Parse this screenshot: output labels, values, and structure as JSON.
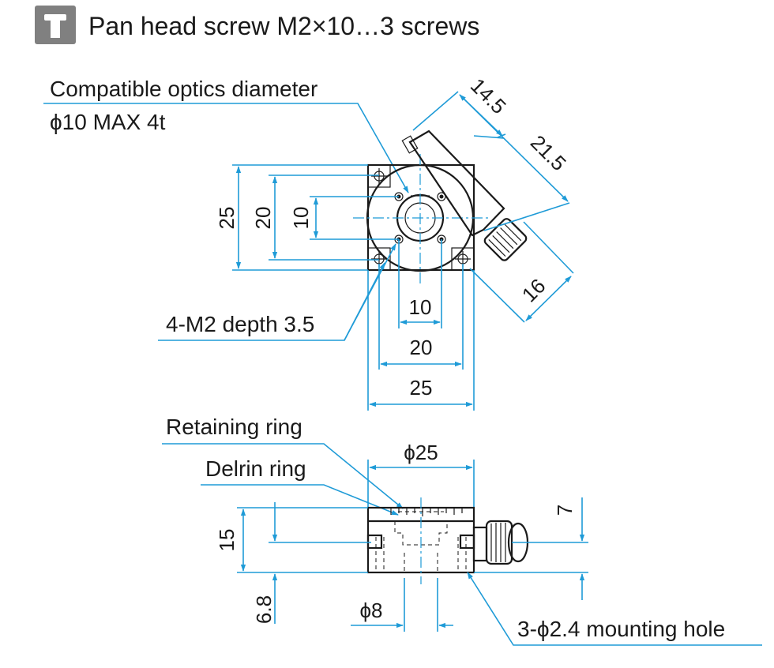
{
  "header": {
    "icon": "pan-head-screw-icon",
    "title": "Pan head screw M2×10…3 screws"
  },
  "top_view": {
    "optics_label_line1": "Compatible optics diameter",
    "optics_label_line2": "ϕ10 MAX 4t",
    "dim_14_5": "14.5",
    "dim_21_5": "21.5",
    "dim_16": "16",
    "dim_v25": "25",
    "dim_v20": "20",
    "dim_v10": "10",
    "dim_h10": "10",
    "dim_h20": "20",
    "dim_h25": "25",
    "tap_label": "4-M2 depth 3.5"
  },
  "side_view": {
    "retaining_ring_label": "Retaining ring",
    "delrin_ring_label": "Delrin ring",
    "dim_phi25": "ϕ25",
    "dim_15": "15",
    "dim_6_8": "6.8",
    "dim_7": "7",
    "dim_phi8": "ϕ8",
    "mounting_hole_label": "3-ϕ2.4 mounting hole"
  },
  "colors": {
    "dimension_line": "#1f9bd7",
    "outline": "#1a1a1a",
    "icon_bg": "#808080"
  }
}
